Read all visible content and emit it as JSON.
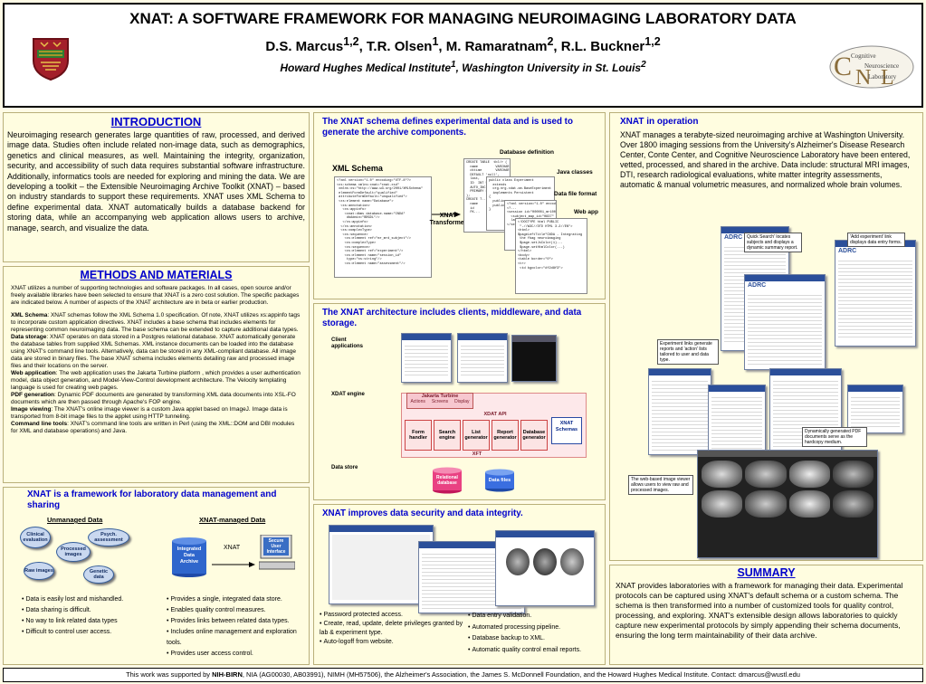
{
  "header": {
    "title": "XNAT: A SOFTWARE FRAMEWORK FOR MANAGING NEUROIMAGING LABORATORY DATA",
    "authors_html": "D.S. Marcus<sup>1,2</sup>, T.R. Olsen<sup>1</sup>, M. Ramaratnam<sup>2</sup>, R.L. Buckner<sup>1,2</sup>",
    "affiliations_html": "Howard Hughes Medical Institute<sup>1</sup>, Washington University in St. Louis<sup>2</sup>",
    "logo_right": [
      "Cognitive",
      "Neuroscience",
      "Laboratory"
    ]
  },
  "intro": {
    "title": "INTRODUCTION",
    "body": "Neuroimaging research generates large quantities of raw, processed, and derived image data. Studies often include related non-image data, such as demographics, genetics and clinical measures, as well. Maintaining the integrity, organization, security, and accessibility of such data requires substantial software infrastructure. Additionally, informatics tools are needed for exploring and mining the data. We are developing a toolkit – the Extensible Neuroimaging Archive Toolkit (XNAT) – based on industry standards to support these requirements. XNAT uses XML Schema to define experimental data. XNAT automatically builds a database backend for storing data, while an accompanying web application allows users to archive, manage, search, and visualize the data."
  },
  "methods": {
    "title": "METHODS AND MATERIALS",
    "intro": "XNAT utilizes a number of supporting technologies and software packages.  In all cases, open source and/or freely available libraries have been selected to ensure that XNAT is a zero cost solution.  The specific packages are indicated below.  A number of aspects of the XNAT architecture are in beta or earlier production.",
    "items": [
      {
        "term": "XML Schema",
        "text": ": XNAT schemas follow the XML Schema 1.0 specification.  Of note, XNAT utilizes xs:appinfo tags to incorporate custom application directives.  XNAT includes a base schema that includes elements for representing common neuroimaging data.  The base schema can be extended to capture additional data types."
      },
      {
        "term": "Data storage",
        "text": ": XNAT operates on data stored in a Postgres relational database.  XNAT automatically generate the database tables from supplied XML Schemas.  XML instance documents can be loaded into the database using XNAT's command line tools.  Alternatively, data can be stored in any XML-compliant database.  All image data are stored in binary files.  The base XNAT schema includes elements detailing raw and processed image files and their locations on the server."
      },
      {
        "term": "Web application",
        "text": ": The web application uses the Jakarta Turbine platform , which provides a user authentication model, data object generation, and Model-View-Control development architecture.  The Velocity templating language is used for creating web pages."
      },
      {
        "term": "PDF generation",
        "text": ": Dynamic PDF documents are generated by transforming XML data documents into XSL-FO documents which are then passed through Apache's FOP engine."
      },
      {
        "term": "Image viewing",
        "text": ": The XNAT's online image viewer is a custom Java applet based on ImageJ.  Image data is transported from 8-bit image files to the applet using HTTP tunneling."
      },
      {
        "term": "Command line tools",
        "text": ": XNAT's command line tools are written in Perl (using the XML::DOM and DBI modules for XML and database operations) and Java."
      }
    ]
  },
  "framework": {
    "title": "XNAT is a framework for laboratory data management and sharing",
    "unmanaged_label": "Unmanaged Data",
    "managed_label": "XNAT-managed Data",
    "blobs": [
      "Clinical evaluation",
      "Psych. assessment",
      "Processed images",
      "Raw images",
      "Genetic data"
    ],
    "integrated_label": "Integrated Data Archive",
    "arrow_label": "XNAT",
    "secure_label": "Secure User Interface",
    "left_bullets": [
      "Data is easily lost and mishandled.",
      "Data sharing is difficult.",
      "No way to link related data types",
      "Difficult to control user access."
    ],
    "right_bullets": [
      "Provides a single, integrated data store.",
      "Enables quality control measures.",
      "Provides links between related data types.",
      "Includes online management and exploration tools.",
      "Provides user access control."
    ]
  },
  "schema": {
    "title": "The XNAT schema defines experimental data and is used to generate the archive components.",
    "xml_label": "XML Schema",
    "transformer_label": "XNAT Transformer",
    "db_label": "Database definition",
    "java_label": "Java classes",
    "file_label": "Data file format",
    "web_label": "Web app",
    "xml_code": "<?xml version=\"1.0\" encoding=\"UTF-8\"?>\n<xs:schema xmlns:xnat=\"xnat.xsd\"\n xmlns:xs=\"http://www.w3.org/2001/XMLSchema\"\n elementFormDefault=\"qualified\"\n attributeFormDefault=\"unqualified\">\n <xs:element name=\"Database\">\n  <xs:annotation>\n   <xs:appinfo>\n    <xnat:dbms database.name=\"CNDA\"\n     dbAdmin=\"BRGDL\"/>\n   </xs:appinfo>\n  </xs:annotation>\n  <xs:complexType>\n   <xs:sequence>\n    <xs:element ref=\"mr_mrd_subject\"/>\n    <xs:complexType>\n    <xs:sequence>\n    <xs:element ref=\"experiment\"/>\n    <xs:element name=\"session_id\"\n     type=\"xs:string\"/>\n    <xs:element name=\"assessment\"/>",
    "db_code": "CREATE TABLE  tbl/r (\n  name         VARCHAR(50),\n  dttime       VARCHAR(50),\n  DEFAULT 'null',\n  last,\n  ID  INT UNIQ,\n  AUTO_INC,\n  PRIMARY KEY\n);\nCREATE T...\n  name\n  id\n  FK...",
    "java_code": "public class Experiment\n  extends\n  org.nrg.xdat.om.BaseExperiment\n  implements Persistent\n{\n  public ...\n  public ...\n}",
    "file_code": "<?xml version=\"1.0\" encoding=\"UTF-8\"?>\n<?...\n<session id=\"000001_mr1000\">\n  <subject_map_id=\"0837\"\n  lab_id=\"...\"\n</session>",
    "web_code": "<!DOCTYPE html PUBLIC\n \"-//W3C//DTD HTML 3.2//EN\">\n<html>\n$pageLeftTitle\"CNDA - Integrating\n the fbag neuroimaging\n $page.setJsColor(1)...\n $page.setHtmlColor(...)\n</html>\n<body>\n<table border=\"0\">\n<tr>\n <td bgcolor=\"#f2d8f3\">"
  },
  "architecture": {
    "title": "The XNAT architecture includes clients, middleware, and data storage.",
    "client_label": "Client applications",
    "engine_label": "XDAT engine",
    "store_label": "Data store",
    "turbine_label": "Jakarta Turbine",
    "turbine_parts": [
      "Actions",
      "Screens",
      "Display"
    ],
    "api_label": "XDAT API",
    "modules": [
      "Form handler",
      "Search engine",
      "List generator",
      "Report generator",
      "Database generator"
    ],
    "xft_label": "XFT",
    "schemas_label": "XNAT Schemas",
    "db_label": "Relational database",
    "files_label": "Data files"
  },
  "security": {
    "title": "XNAT improves data security and data integrity.",
    "left_bullets": [
      "Password protected access.",
      "Create, read, update, delete privileges granted by lab & experiment type.",
      "Auto-logoff from website."
    ],
    "right_bullets": [
      "Data entry validation.",
      "Automated processing pipeline.",
      "Database backup to XML.",
      "Automatic quality control email reports."
    ]
  },
  "operation": {
    "title": "XNAT in operation",
    "body": "XNAT manages a terabyte-sized neuroimaging archive at Washington University.  Over 1800 imaging sessions from the University's Alzheimer's Disease Research Center, Conte Center, and Cognitive Neuroscience Laboratory have been entered, vetted, processed, and shared in the archive.  Data include: structural MRI images, DTI, research radiological evaluations, white matter integrity assessments, automatic & manual volumetric measures, and normalized whole brain volumes.",
    "callouts": [
      "Quick Search' locates subjects and displays a dynamic summary report.",
      "'Add experiment' link displays data entry forms.",
      "Experiment links generate reports and 'action' lists tailored to user and data type.",
      "Dynamically generated PDF documents serve as the hardcopy medium.",
      "The web-based image viewer allows users to view raw and processed images."
    ],
    "adrc_label": "ADRC"
  },
  "summary": {
    "title": "SUMMARY",
    "body": "XNAT provides laboratories with a framework for managing their data. Experimental protocols can be captured using XNAT's default schema or a custom schema.  The schema is then transformed into a number of customized tools for quality control, processing, and exploring. XNAT's extensible design allows laboratories to quickly capture new experimental protocols by simply appending their schema documents, ensuring the long term maintainability of their data archive."
  },
  "footer": {
    "html": "This work was supported by <b>NIH-BIRN</b>, NIA (AG00030, AB03991), NIMH (MH57506), the Alzheimer's Association, the James S. McDonnell Foundation, and the Howard Hughes Medical Institute.  Contact: dmarcus@wustl.edu"
  }
}
